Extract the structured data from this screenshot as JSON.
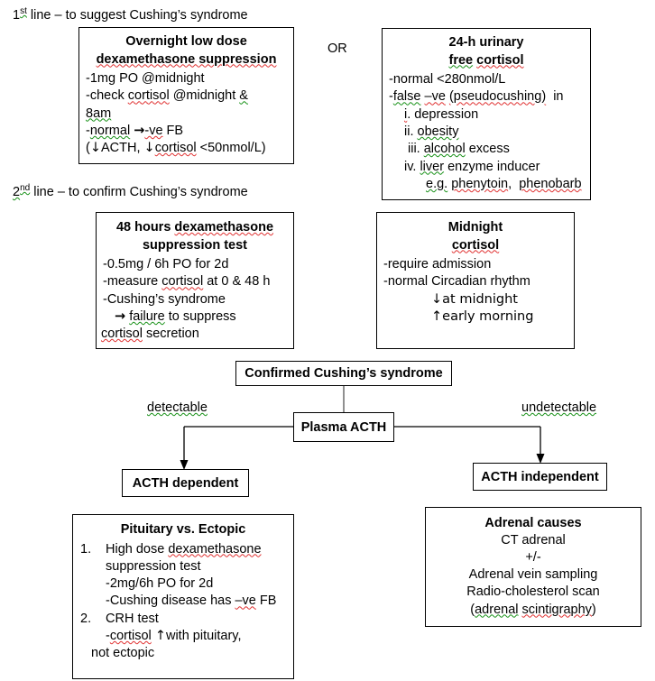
{
  "document": {
    "title": "Cushing's syndrome investigation flowchart"
  },
  "sections": {
    "first_line_heading": {
      "prefix": "1",
      "sup": "st",
      "rest": " line – to suggest Cushing’s syndrome"
    },
    "second_line_heading": {
      "prefix": "2",
      "sup": "nd",
      "rest": " line – to confirm Cushing’s syndrome"
    },
    "or_label": "OR"
  },
  "boxes": {
    "overnight_low_dose": {
      "title_line1": "Overnight low dose",
      "title_line2": "dexamethasone suppression",
      "lines": [
        "-1mg PO @midnight",
        "-check cortisol @midnight &",
        "8am",
        "-normal →-ve FB",
        "(↓ACTH, ↓cortisol <50nmol/L)"
      ]
    },
    "urinary_free_cortisol": {
      "title_line1": "24-h urinary",
      "title_line2": "free cortisol",
      "lines": [
        "-normal <280nmol/L",
        "-false –ve (pseudocushing)  in",
        "i. depression",
        "ii. obesity",
        "iii. alcohol excess",
        "iv. liver enzyme inducer",
        "e.g. phenytoin,  phenobarb"
      ]
    },
    "forty_eight_hour_test": {
      "title_line1": "48 hours dexamethasone",
      "title_line2": "suppression test",
      "lines": [
        "-0.5mg / 6h PO for 2d",
        "-measure cortisol at 0 & 48 h",
        "-Cushing’s syndrome",
        "→ failure to suppress",
        "cortisol secretion"
      ]
    },
    "midnight_cortisol": {
      "title_line1": "Midnight",
      "title_line2": "cortisol",
      "lines": [
        "-require admission",
        "-normal Circadian rhythm",
        "↓at midnight",
        "↑early morning"
      ]
    },
    "confirmed": {
      "label": "Confirmed Cushing’s syndrome"
    },
    "plasma_acth": {
      "label": "Plasma ACTH"
    },
    "acth_dependent": {
      "label": "ACTH dependent"
    },
    "acth_independent": {
      "label": "ACTH independent"
    },
    "pituitary_vs_ectopic": {
      "title": "Pituitary vs. Ectopic",
      "items": [
        {
          "index": "1.",
          "lines": [
            "High dose dexamethasone",
            "suppression  test",
            "-2mg/6h PO for 2d",
            "-Cushing disease has –ve FB"
          ]
        },
        {
          "index": "2.",
          "lines": [
            "CRH test",
            "-cortisol ↑with pituitary,",
            "not ectopic"
          ]
        }
      ]
    },
    "adrenal_causes": {
      "title": "Adrenal causes",
      "lines": [
        "CT adrenal",
        "+/-",
        "Adrenal vein sampling",
        "Radio-cholesterol scan",
        "(adrenal scintigraphy)"
      ]
    }
  },
  "edge_labels": {
    "detectable": "detectable",
    "undetectable": "undetectable"
  },
  "colors": {
    "stroke": "#000000",
    "spell_red": "#e03030",
    "spell_green": "#169016",
    "background": "#ffffff"
  }
}
